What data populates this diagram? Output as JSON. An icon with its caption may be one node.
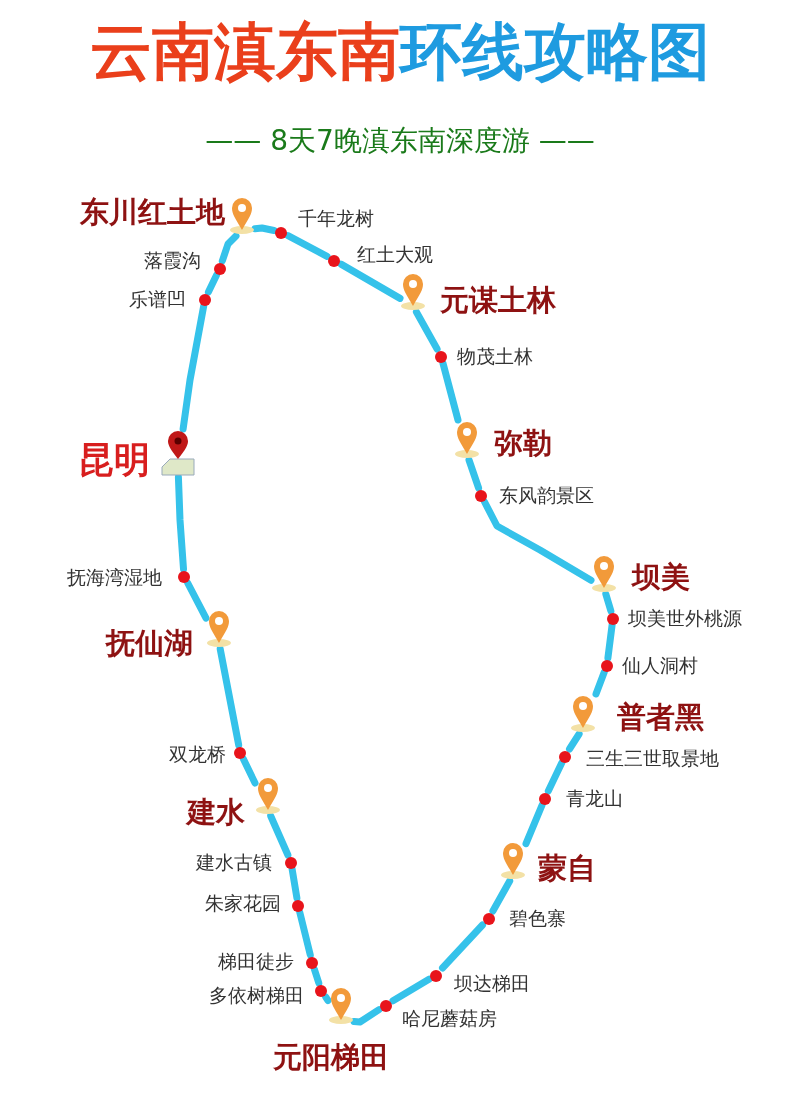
{
  "diagram": {
    "title": "云南滇东南环线攻略图",
    "labels": [
      "—— 8天7晚滇东南深度游 ——"
    ],
    "nodes": [
      {
        "text": [],
        "shape": "pin",
        "beside": [
          "昆明"
        ]
      },
      {
        "text": [],
        "shape": "circle",
        "beside": [
          "乐谱凹"
        ]
      },
      {
        "text": [],
        "shape": "circle",
        "beside": [
          "落霞沟"
        ]
      },
      {
        "text": [],
        "shape": "pin",
        "beside": [
          "东川红土地"
        ]
      },
      {
        "text": [],
        "shape": "circle",
        "beside": [
          "千年龙树"
        ]
      },
      {
        "text": [],
        "shape": "circle",
        "beside": [
          "红土大观"
        ]
      },
      {
        "text": [],
        "shape": "pin",
        "beside": [
          "元谋土林"
        ]
      },
      {
        "text": [],
        "shape": "circle",
        "beside": [
          "物茂土林"
        ]
      },
      {
        "text": [],
        "shape": "pin",
        "beside": [
          "弥勒"
        ]
      },
      {
        "text": [],
        "shape": "circle",
        "beside": [
          "东风韵景区"
        ]
      },
      {
        "text": [],
        "shape": "pin",
        "beside": [
          "坝美"
        ]
      },
      {
        "text": [],
        "shape": "circle",
        "beside": [
          "坝美世外桃源"
        ]
      },
      {
        "text": [],
        "shape": "circle",
        "beside": [
          "仙人洞村"
        ]
      },
      {
        "text": [],
        "shape": "pin",
        "beside": [
          "普者黑"
        ]
      },
      {
        "text": [],
        "shape": "circle",
        "beside": [
          "三生三世取景地"
        ]
      },
      {
        "text": [],
        "shape": "circle",
        "beside": [
          "青龙山"
        ]
      },
      {
        "text": [],
        "shape": "pin",
        "beside": [
          "蒙自"
        ]
      },
      {
        "text": [],
        "shape": "circle",
        "beside": [
          "碧色寨"
        ]
      },
      {
        "text": [],
        "shape": "circle",
        "beside": [
          "坝达梯田"
        ]
      },
      {
        "text": [],
        "shape": "circle",
        "beside": [
          "哈尼蘑菇房"
        ]
      },
      {
        "text": [],
        "shape": "pin",
        "beside": [
          "元阳梯田"
        ]
      },
      {
        "text": [],
        "shape": "circle",
        "beside": [
          "多依树梯田"
        ]
      },
      {
        "text": [],
        "shape": "circle",
        "beside": [
          "梯田徒步"
        ]
      },
      {
        "text": [],
        "shape": "circle",
        "beside": [
          "朱家花园"
        ]
      },
      {
        "text": [],
        "shape": "circle",
        "beside": [
          "建水古镇"
        ]
      },
      {
        "text": [],
        "shape": "pin",
        "beside": [
          "建水"
        ]
      },
      {
        "text": [],
        "shape": "circle",
        "beside": [
          "双龙桥"
        ]
      },
      {
        "text": [],
        "shape": "pin",
        "beside": [
          "抚仙湖"
        ]
      },
      {
        "text": [],
        "shape": "circle",
        "beside": [
          "抚海湾湿地"
        ]
      }
    ],
    "edges": [
      {
        "from": 0,
        "to": 1,
        "arrow": "none"
      },
      {
        "from": 1,
        "to": 2,
        "arrow": "none"
      },
      {
        "from": 2,
        "to": 3,
        "arrow": "none"
      },
      {
        "from": 3,
        "to": 4,
        "arrow": "none"
      },
      {
        "from": 4,
        "to": 5,
        "arrow": "none"
      },
      {
        "from": 5,
        "to": 6,
        "arrow": "none"
      },
      {
        "from": 6,
        "to": 7,
        "arrow": "none"
      },
      {
        "from": 7,
        "to": 8,
        "arrow": "none"
      },
      {
        "from": 8,
        "to": 9,
        "arrow": "none"
      },
      {
        "from": 9,
        "to": 10,
        "arrow": "none"
      },
      {
        "from": 10,
        "to": 11,
        "arrow": "none"
      },
      {
        "from": 11,
        "to": 12,
        "arrow": "none"
      },
      {
        "from": 12,
        "to": 13,
        "arrow": "none"
      },
      {
        "from": 13,
        "to": 14,
        "arrow": "none"
      },
      {
        "from": 14,
        "to": 15,
        "arrow": "none"
      },
      {
        "from": 15,
        "to": 16,
        "arrow": "none"
      },
      {
        "from": 16,
        "to": 17,
        "arrow": "none"
      },
      {
        "from": 17,
        "to": 18,
        "arrow": "none"
      },
      {
        "from": 18,
        "to": 19,
        "arrow": "none"
      },
      {
        "from": 19,
        "to": 20,
        "arrow": "none"
      },
      {
        "from": 20,
        "to": 21,
        "arrow": "none"
      },
      {
        "from": 21,
        "to": 22,
        "arrow": "none"
      },
      {
        "from": 22,
        "to": 23,
        "arrow": "none"
      },
      {
        "from": 23,
        "to": 24,
        "arrow": "none"
      },
      {
        "from": 24,
        "to": 25,
        "arrow": "none"
      },
      {
        "from": 25,
        "to": 26,
        "arrow": "none"
      },
      {
        "from": 26,
        "to": 27,
        "arrow": "none"
      },
      {
        "from": 27,
        "to": 28,
        "arrow": "none"
      },
      {
        "from": 28,
        "to": 0,
        "arrow": "none"
      }
    ]
  }
}
